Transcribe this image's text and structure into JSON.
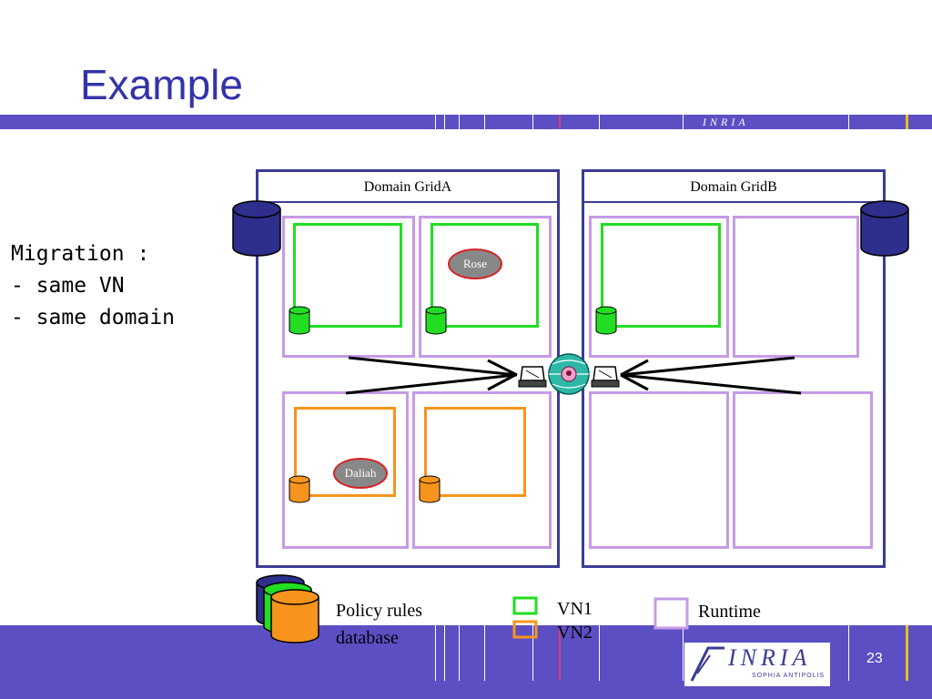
{
  "title": "Example",
  "migration": {
    "line1": "Migration :",
    "line2": "- same VN",
    "line3": "- same domain"
  },
  "domains": {
    "a": "Domain GridA",
    "b": "Domain GridB"
  },
  "nodes": {
    "rose": "Rose",
    "daliah": "Daliah"
  },
  "legend": {
    "policy_line1": "Policy rules",
    "policy_line2": "database",
    "vn1": "VN1",
    "vn2": "VN2",
    "runtime": "Runtime"
  },
  "footer": {
    "page_number": "23",
    "logo_text": "INRIA",
    "logo_sub": "SOPHIA ANTIPOLIS",
    "top_logo": "INRIA"
  },
  "colors": {
    "bar": "#5b4fc3",
    "domain_border": "#3b3b96",
    "runtime_border": "#c79ae6",
    "vn1": "#22dd22",
    "vn2": "#f7941d"
  },
  "icons": [
    "database-icon",
    "computer-icon",
    "network-globe-icon"
  ]
}
